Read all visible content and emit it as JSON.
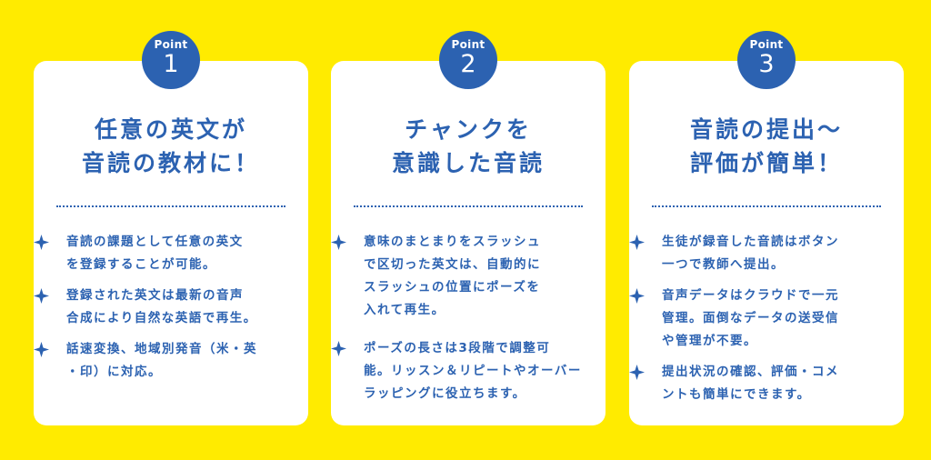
{
  "colors": {
    "background": "#FFEB00",
    "card": "#FFFFFF",
    "accent": "#2C62B1"
  },
  "cards": [
    {
      "badge_word": "Point",
      "badge_number": "1",
      "title_lines": [
        "任意の英文が",
        "音読の教材に！"
      ],
      "items": [
        {
          "icon": "sparkle-star-icon",
          "lines": [
            "音読の課題として任意の英文",
            "を登録することが可能。"
          ]
        },
        {
          "icon": "sparkle-star-icon",
          "lines": [
            "登録された英文は最新の音声",
            "合成により自然な英語で再生。"
          ]
        },
        {
          "icon": "sparkle-star-icon",
          "lines": [
            "話速変換、地域別発音（米・英",
            "・印）に対応。"
          ]
        }
      ]
    },
    {
      "badge_word": "Point",
      "badge_number": "2",
      "title_lines": [
        "チャンクを",
        "意識した音読"
      ],
      "items": [
        {
          "icon": "sparkle-star-icon",
          "lines": [
            "意味のまとまりをスラッシュ",
            "で区切った英文は、自動的に",
            "スラッシュの位置にポーズを",
            "入れて再生。"
          ]
        },
        {
          "icon": "sparkle-star-icon",
          "lines": [
            "ポーズの長さは3段階で調整可",
            "能。リッスン＆リピートやオーバー",
            "ラッピングに役立ちます。"
          ]
        }
      ]
    },
    {
      "badge_word": "Point",
      "badge_number": "3",
      "title_lines": [
        "音読の提出～",
        "評価が簡単！"
      ],
      "items": [
        {
          "icon": "sparkle-star-icon",
          "lines": [
            "生徒が録音した音読はボタン",
            "一つで教師へ提出。"
          ]
        },
        {
          "icon": "sparkle-star-icon",
          "lines": [
            "音声データはクラウドで一元",
            "管理。面倒なデータの送受信",
            "や管理が不要。"
          ]
        },
        {
          "icon": "sparkle-star-icon",
          "lines": [
            "提出状況の確認、評価・コメ",
            "ントも簡単にできます。"
          ]
        }
      ]
    }
  ]
}
